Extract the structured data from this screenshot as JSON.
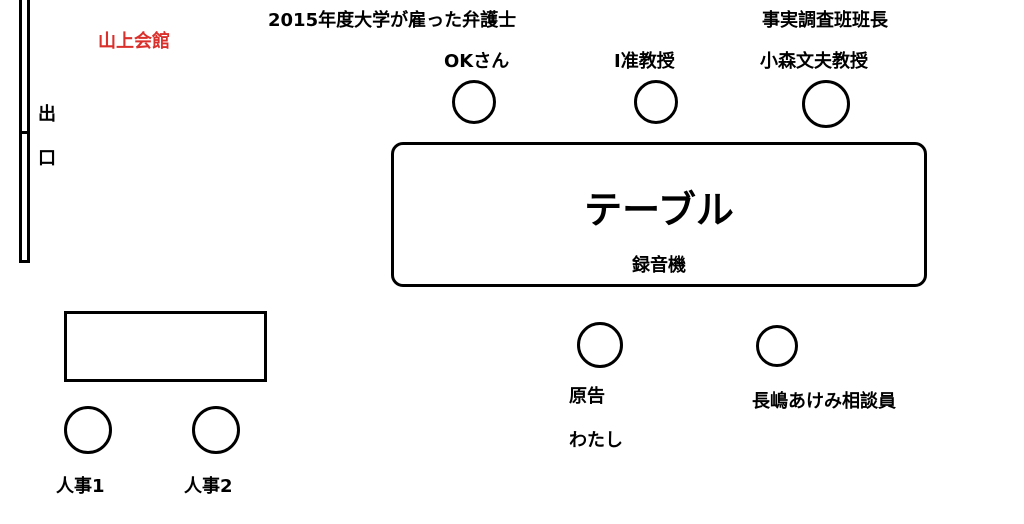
{
  "venue": {
    "text": "山上会館",
    "color": "#d9302c"
  },
  "title": {
    "text": "2015年度大学が雇った弁護士"
  },
  "exit": {
    "char1": "出",
    "char2": "口"
  },
  "table": {
    "title": "テーブル",
    "recorder": "録音機"
  },
  "people": {
    "ok": "OKさん",
    "i_prof": "I准教授",
    "komori_role": "事実調査班班長",
    "komori_name": "小森文夫教授",
    "plaintiff_label": "原告",
    "plaintiff_name": "わたし",
    "nagashima": "長嶋あけみ相談員",
    "hr1": "人事1",
    "hr2": "人事2"
  }
}
